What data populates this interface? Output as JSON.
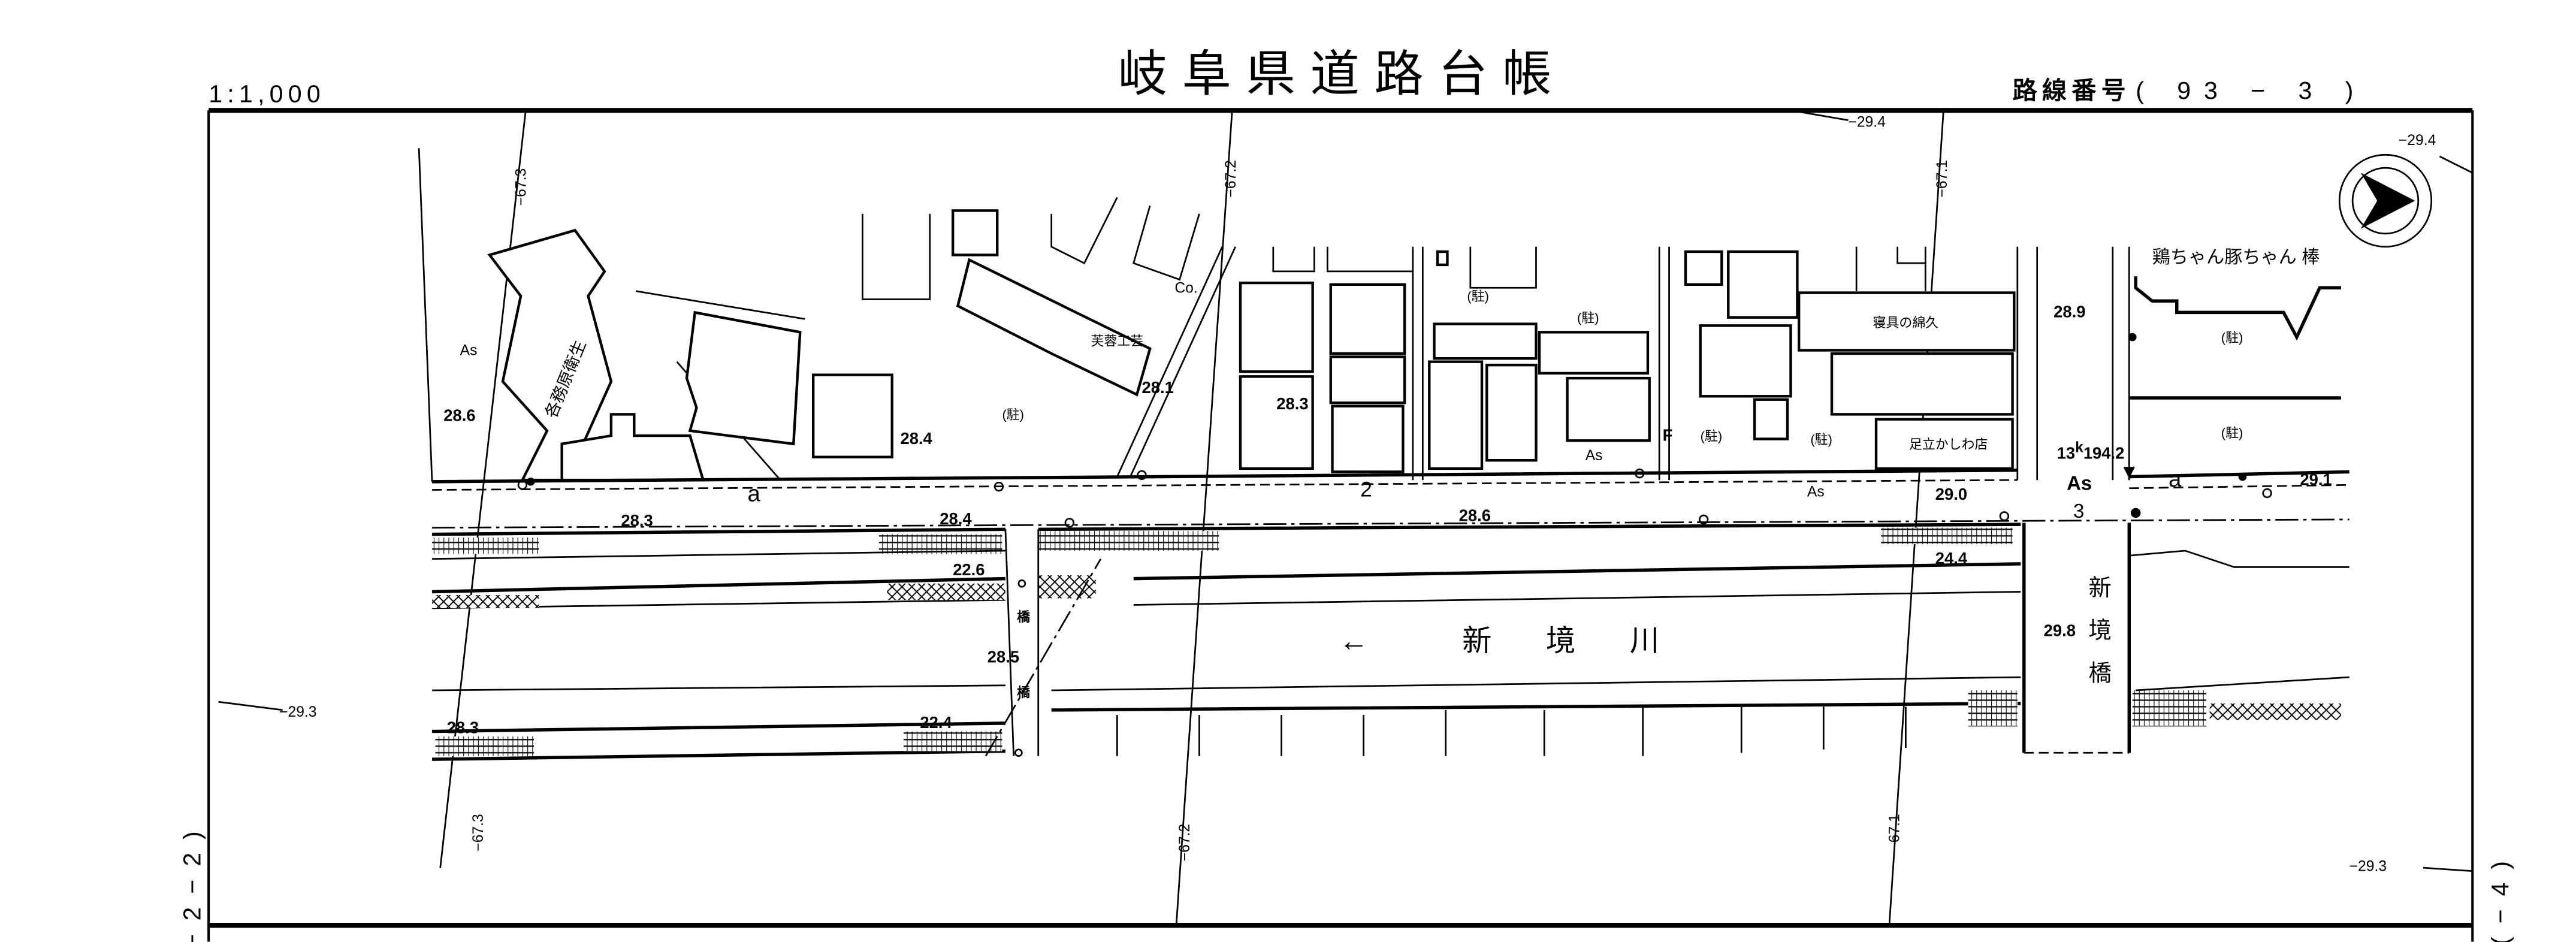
{
  "header": {
    "scale": "1:1,000",
    "title": "岐阜県道路台帳",
    "route_label": "路線番号",
    "route_number": "( 93 − 3 )"
  },
  "sheet_refs": {
    "left": "(−2−2)",
    "right": "(−4)"
  },
  "grid_labels": {
    "top": [
      "−67.3",
      "−67.2",
      "−67.1"
    ],
    "bottom": [
      "−67.3",
      "−67.2",
      "−67.1"
    ],
    "boundary": [
      "−29.4",
      "−29.4",
      "−29.3",
      "−29.3"
    ]
  },
  "buildings": [
    "各務原衛生",
    "芙蓉工芸",
    "寝具の綿久",
    "足立かしわ店",
    "鶏ちゃん豚ちゃん 棒"
  ],
  "parking_labels": [
    "(駐)",
    "(駐)",
    "(駐)",
    "(駐)",
    "(駐)",
    "(駐)",
    "(駐)"
  ],
  "surface_labels": [
    "As",
    "As",
    "As",
    "As",
    "Co."
  ],
  "elevations": [
    "28.6",
    "28.4",
    "28.1",
    "28.3",
    "28.9",
    "28.3",
    "28.4",
    "28.6",
    "29.0",
    "29.1",
    "22.6",
    "24.4",
    "28.5",
    "29.8",
    "22.4",
    "28.3"
  ],
  "section_marks": [
    "a",
    "a",
    "2",
    "3"
  ],
  "station": {
    "km": "13",
    "unit": "k",
    "m": "194.2"
  },
  "river": {
    "arrow": "←",
    "name": "新 境 川"
  },
  "bridges": {
    "small": "橋",
    "main": "新境橋"
  },
  "misc": {
    "hydrant": "F"
  },
  "compass": {
    "icon": "north-arrow-icon"
  }
}
